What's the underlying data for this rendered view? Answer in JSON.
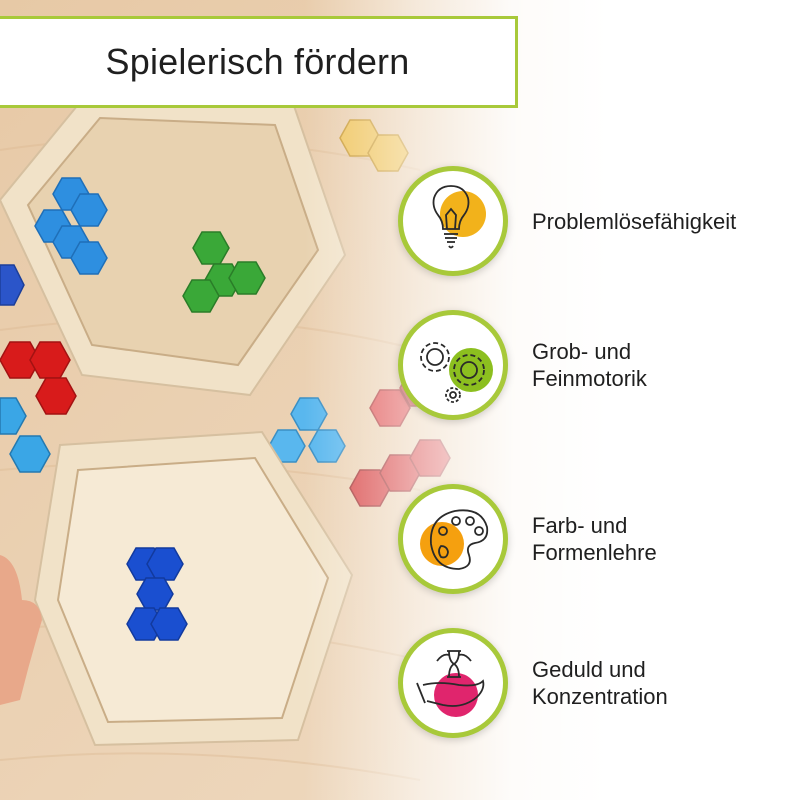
{
  "title": "Spielerisch fördern",
  "colors": {
    "accent": "#a8c93a",
    "yellow": "#f2b21b",
    "green": "#8cbf1f",
    "pink": "#e0256d",
    "orange": "#f5a00f"
  },
  "features": [
    {
      "icon": "lightbulb-icon",
      "line1": "Problemlösefähigkeit",
      "line2": ""
    },
    {
      "icon": "gears-icon",
      "line1": "Grob- und",
      "line2": "Feinmotorik"
    },
    {
      "icon": "palette-icon",
      "line1": "Farb- und",
      "line2": "Formenlehre"
    },
    {
      "icon": "hourglass-hand-icon",
      "line1": "Geduld und",
      "line2": "Konzentration"
    }
  ]
}
